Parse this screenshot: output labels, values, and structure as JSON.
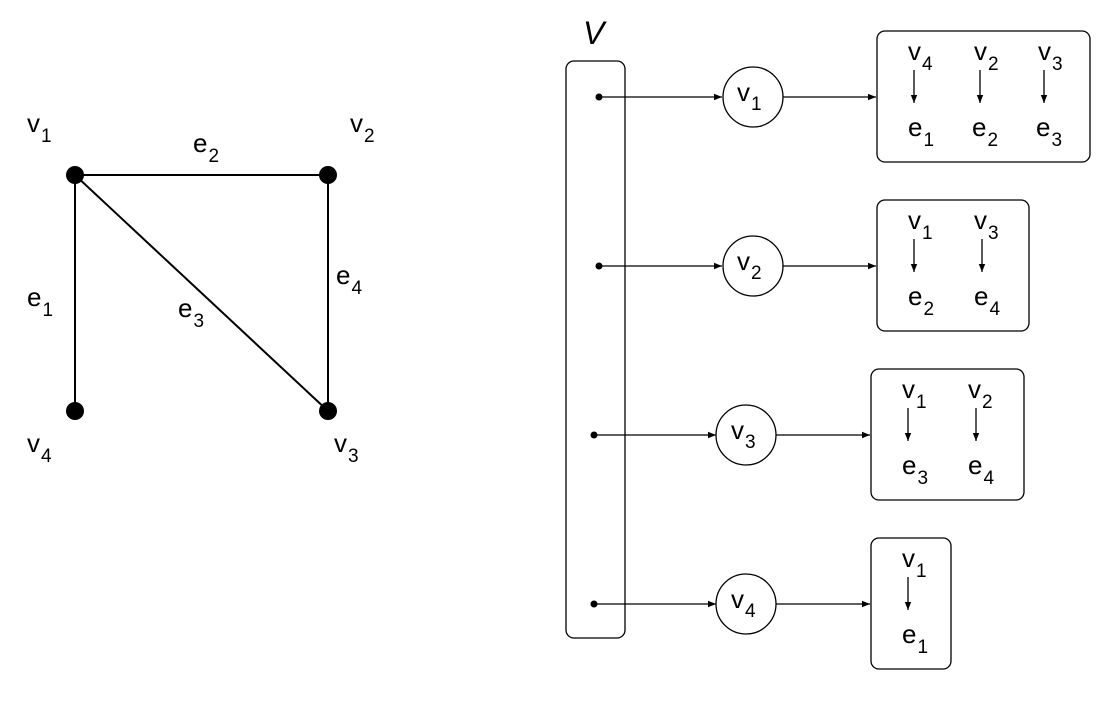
{
  "graph": {
    "vertices": [
      {
        "name": "v",
        "sub": "1"
      },
      {
        "name": "v",
        "sub": "2"
      },
      {
        "name": "v",
        "sub": "3"
      },
      {
        "name": "v",
        "sub": "4"
      }
    ],
    "edges": [
      {
        "name": "e",
        "sub": "1",
        "from": "v1",
        "to": "v4"
      },
      {
        "name": "e",
        "sub": "2",
        "from": "v1",
        "to": "v2"
      },
      {
        "name": "e",
        "sub": "3",
        "from": "v1",
        "to": "v3"
      },
      {
        "name": "e",
        "sub": "4",
        "from": "v2",
        "to": "v3"
      }
    ]
  },
  "structure": {
    "vector_label": "V",
    "rows": [
      {
        "node": {
          "name": "v",
          "sub": "1"
        },
        "entries": [
          {
            "vertex": {
              "name": "v",
              "sub": "4"
            },
            "edge": {
              "name": "e",
              "sub": "1"
            }
          },
          {
            "vertex": {
              "name": "v",
              "sub": "2"
            },
            "edge": {
              "name": "e",
              "sub": "2"
            }
          },
          {
            "vertex": {
              "name": "v",
              "sub": "3"
            },
            "edge": {
              "name": "e",
              "sub": "3"
            }
          }
        ]
      },
      {
        "node": {
          "name": "v",
          "sub": "2"
        },
        "entries": [
          {
            "vertex": {
              "name": "v",
              "sub": "1"
            },
            "edge": {
              "name": "e",
              "sub": "2"
            }
          },
          {
            "vertex": {
              "name": "v",
              "sub": "3"
            },
            "edge": {
              "name": "e",
              "sub": "4"
            }
          }
        ]
      },
      {
        "node": {
          "name": "v",
          "sub": "3"
        },
        "entries": [
          {
            "vertex": {
              "name": "v",
              "sub": "1"
            },
            "edge": {
              "name": "e",
              "sub": "3"
            }
          },
          {
            "vertex": {
              "name": "v",
              "sub": "2"
            },
            "edge": {
              "name": "e",
              "sub": "4"
            }
          }
        ]
      },
      {
        "node": {
          "name": "v",
          "sub": "4"
        },
        "entries": [
          {
            "vertex": {
              "name": "v",
              "sub": "1"
            },
            "edge": {
              "name": "e",
              "sub": "1"
            }
          }
        ]
      }
    ]
  }
}
